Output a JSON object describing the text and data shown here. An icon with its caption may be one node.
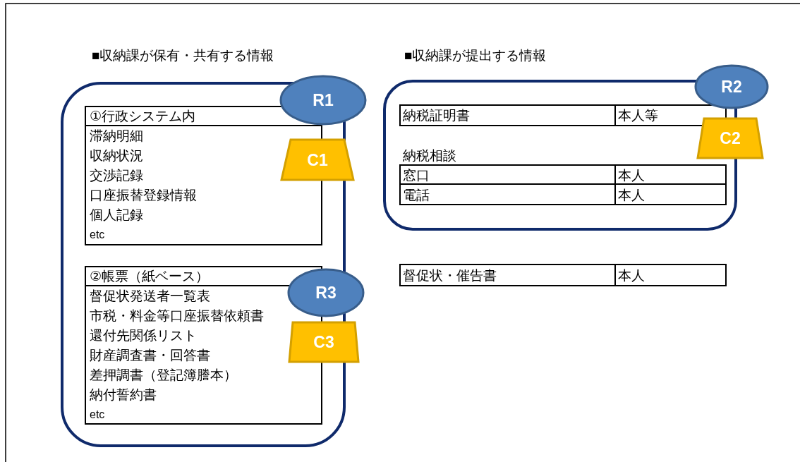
{
  "diagram": {
    "nodes": [
      {
        "text": [
          "■収納課が保有・共有する情報"
        ]
      },
      {
        "text": [
          "①行政システム内",
          "滞納明細",
          "収納状況",
          "交渉記録",
          "口座振替登録情報",
          "個人記録",
          "etc"
        ],
        "in": 0
      },
      {
        "text": [
          "②帳票（紙ベース）",
          "督促状発送者一覧表",
          "市税・料金等口座振替依頼書",
          "還付先関係リスト",
          "財産調査書・回答書",
          "差押調書（登記簿謄本）",
          "納付誓約書",
          "etc"
        ],
        "in": 0
      },
      {
        "text": [
          "R1"
        ]
      },
      {
        "text": [
          "C1"
        ]
      },
      {
        "text": [
          "R3"
        ]
      },
      {
        "text": [
          "C3"
        ]
      },
      {
        "text": [
          "■収納課が提出する情報"
        ]
      },
      {
        "text": [
          "R2"
        ]
      },
      {
        "text": [
          "C2"
        ]
      }
    ],
    "labels": [
      "納税証明書",
      "本人等",
      "納税相談",
      "窓口",
      "本人",
      "電話",
      "本人",
      "督促状・催告書",
      "本人"
    ]
  }
}
